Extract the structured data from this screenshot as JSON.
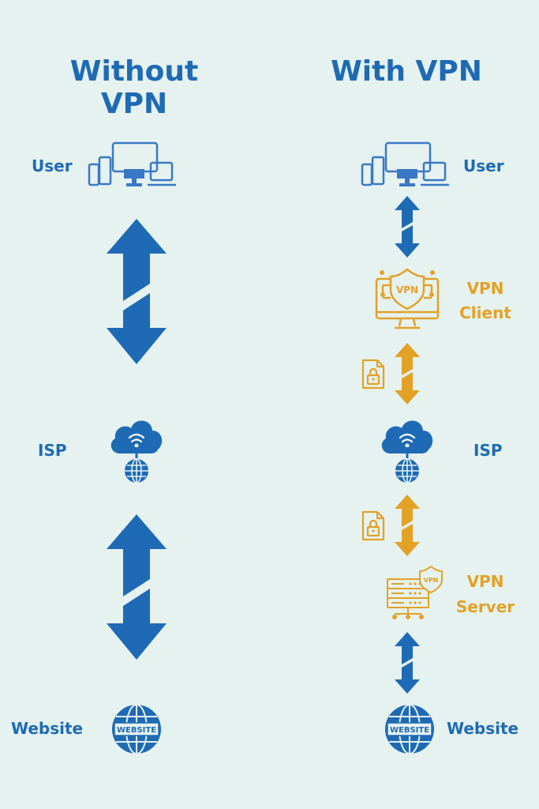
{
  "colors": {
    "blue": "#1f6ab4",
    "gold": "#e3a126",
    "background": "#e5f2f0"
  },
  "left": {
    "title": "Without\nVPN",
    "user_label": "User",
    "isp_label": "ISP",
    "website_label": "Website"
  },
  "right": {
    "title": "With VPN",
    "user_label": "User",
    "vpn_client_label": "VPN\nClient",
    "isp_label": "ISP",
    "vpn_server_label": "VPN\nServer",
    "website_label": "Website"
  },
  "icons": {
    "vpn_badge_text": "VPN",
    "vpn_server_badge_text": "VPN",
    "website_badge_text": "WEBSITE"
  }
}
